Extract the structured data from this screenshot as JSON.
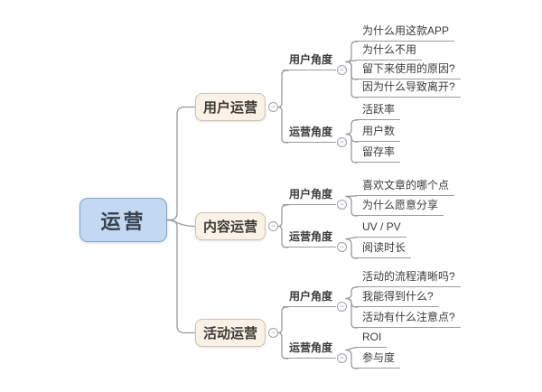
{
  "root": {
    "label": "运营"
  },
  "branches": [
    {
      "label": "用户运营",
      "groups": [
        {
          "label": "用户角度",
          "leaves": [
            "为什么用这款APP",
            "为什么不用",
            "留下来使用的原因?",
            "因为什么导致离开?"
          ]
        },
        {
          "label": "运营角度",
          "leaves": [
            "活跃率",
            "用户数",
            "留存率"
          ]
        }
      ]
    },
    {
      "label": "内容运营",
      "groups": [
        {
          "label": "用户角度",
          "leaves": [
            "喜欢文章的哪个点",
            "为什么愿意分享"
          ]
        },
        {
          "label": "运营角度",
          "leaves": [
            "UV / PV",
            "阅读时长"
          ]
        }
      ]
    },
    {
      "label": "活动运营",
      "groups": [
        {
          "label": "用户角度",
          "leaves": [
            "活动的流程清晰吗?",
            "我能得到什么?",
            "活动有什么注意点?"
          ]
        },
        {
          "label": "运营角度",
          "leaves": [
            "ROI",
            "参与度"
          ]
        }
      ]
    }
  ],
  "icons": {
    "collapse_symbol": "−"
  },
  "colors": {
    "root_fill": "#c3d9f2",
    "root_border": "#7fa6cf",
    "branch_fill": "#faf2e7",
    "branch_border": "#cfc3b0",
    "connector_line": "#979ca1",
    "text": "#3b3b3b",
    "root_text": "#36414f",
    "background": "#ffffff"
  }
}
